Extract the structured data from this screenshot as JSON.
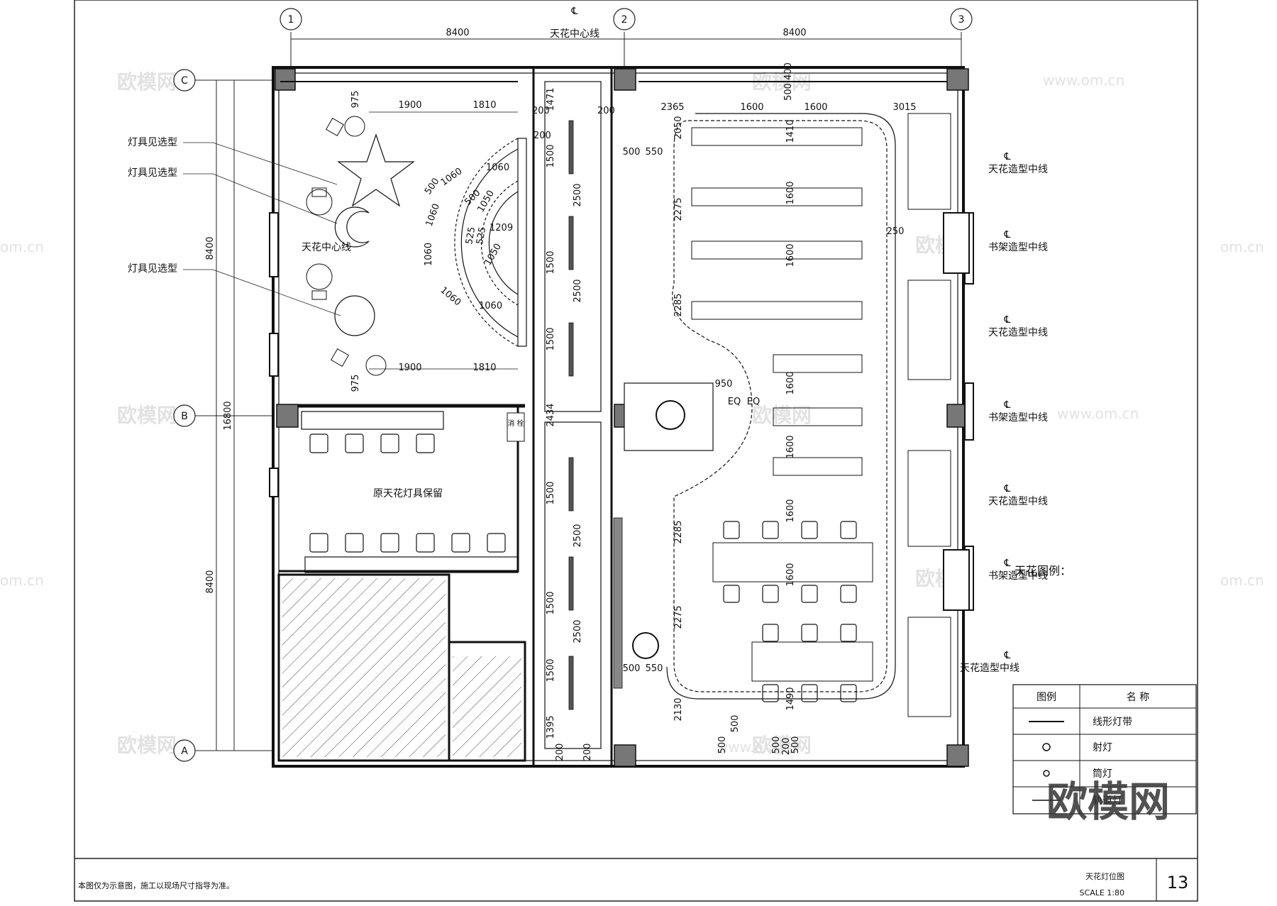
{
  "grid": {
    "cols": [
      "1",
      "2",
      "3"
    ],
    "rows": [
      "C",
      "B",
      "A"
    ]
  },
  "dims": {
    "top_spans": [
      "8400",
      "8400"
    ],
    "left_spans": [
      "8400",
      "8400"
    ],
    "left_total": "16800",
    "left_room": {
      "top_row": [
        "1900",
        "1810"
      ],
      "bottom_row": [
        "1900",
        "1810"
      ],
      "top_975": "975",
      "bottom_975": "975",
      "arc_labels": [
        "1060",
        "1060",
        "500",
        "1060",
        "500",
        "1050",
        "1209",
        "1060",
        "525",
        "525",
        "1050",
        "1060",
        "1060"
      ]
    },
    "corridor": {
      "top": "1471",
      "w200a": "200",
      "w200b": "200",
      "w200c": "200",
      "lens_upper": [
        "1500",
        "1500",
        "1500"
      ],
      "lens_upper_2500": [
        "2500",
        "2500"
      ],
      "mid": "2434",
      "lens_lower": [
        "1500",
        "1500",
        "1500"
      ],
      "lens_lower_2500": [
        "2500",
        "2500"
      ],
      "bottom": "1395",
      "b200a": "200",
      "b200b": "200"
    },
    "right_room": {
      "top_row": [
        "2365",
        "1600",
        "1600",
        "3015"
      ],
      "top_500_400": "500 400",
      "v_col1": [
        "2050",
        "2275",
        "2285",
        "2285",
        "2275",
        "2130"
      ],
      "v_col2": [
        "1410",
        "1600",
        "1600",
        "1600",
        "1600",
        "1600",
        "1600",
        "1490"
      ],
      "left_pair": [
        "500",
        "550"
      ],
      "left_pair2": [
        "500",
        "550"
      ],
      "w250": "250",
      "w950": "950",
      "eq": [
        "EQ",
        "EQ"
      ],
      "bottom_pairs": [
        "500",
        "500",
        "500",
        "200",
        "500"
      ]
    }
  },
  "labels": {
    "ceiling_center_top": "天花中心线",
    "ceiling_center_left": "天花中心线",
    "lamp_ref_1": "灯具见选型",
    "lamp_ref_2": "灯具见选型",
    "lamp_ref_3": "灯具见选型",
    "keep_original": "原天花灯具保留",
    "fire_box": "消 栓",
    "right_notes": [
      "天花造型中线",
      "书架造型中线",
      "天花造型中线",
      "书架造型中线",
      "天花造型中线",
      "书架造型中线",
      "天花造型中线"
    ],
    "cl_symbol": "℄"
  },
  "legend": {
    "title": "天花图例：",
    "header": [
      "图例",
      "名  称"
    ],
    "rows": [
      "线形灯带",
      "射灯",
      "筒灯",
      "轨道灯"
    ]
  },
  "footer": {
    "note": "本图仅为示意图，施工以现场尺寸指导为准。",
    "drawing_name": "天花灯位图",
    "scale": "SCALE  1:80",
    "sheet_no": "13"
  },
  "watermark": {
    "brand": "欧模网",
    "url": "www.om.cn",
    "url2": "om.cn"
  }
}
